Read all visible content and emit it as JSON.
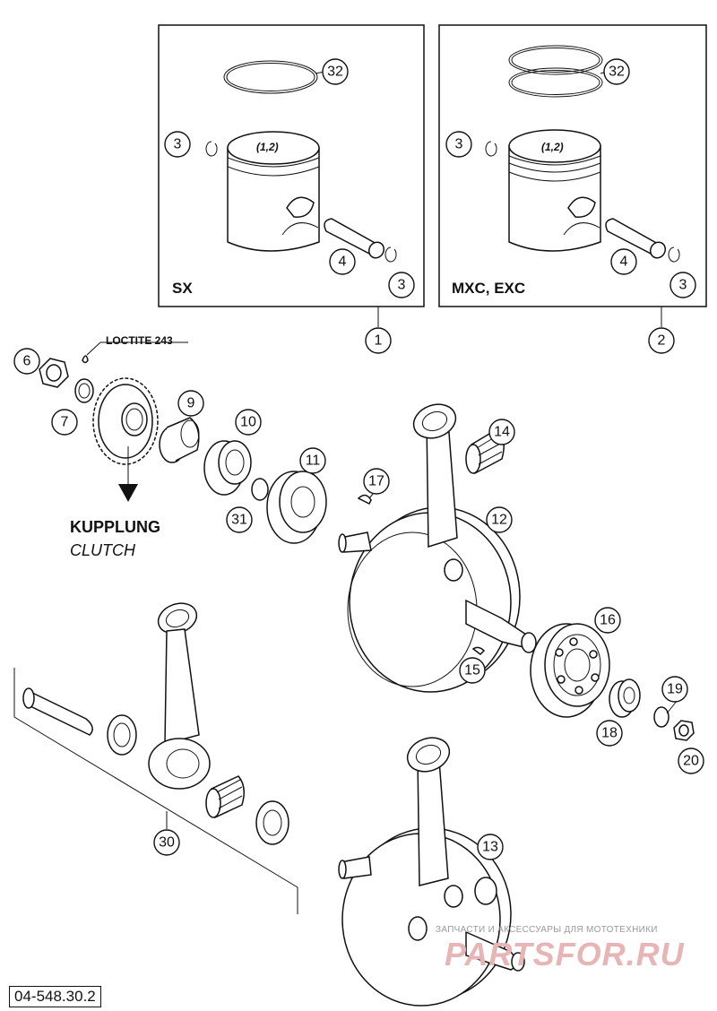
{
  "boxes": {
    "left_label": "SX",
    "right_label": "MXC, EXC",
    "piston_marking": "(1,2)"
  },
  "notes": {
    "loctite": "LOCTITE 243",
    "kupplung": "KUPPLUNG",
    "clutch": "CLUTCH"
  },
  "part_number": "04-548.30.2",
  "watermark": {
    "tagline": "ЗАПЧАСТИ И АКСЕССУАРЫ ДЛЯ МОТОТЕХНИКИ",
    "brand": "PARTSFOR.RU"
  },
  "callouts": {
    "c1": "1",
    "c2": "2",
    "c3a": "3",
    "c3b": "3",
    "c3c": "3",
    "c3d": "3",
    "c4a": "4",
    "c4b": "4",
    "c6": "6",
    "c7": "7",
    "c9": "9",
    "c10": "10",
    "c11": "11",
    "c12": "12",
    "c13": "13",
    "c14": "14",
    "c15": "15",
    "c16": "16",
    "c17": "17",
    "c18": "18",
    "c19": "19",
    "c20": "20",
    "c30": "30",
    "c31": "31",
    "c32a": "32",
    "c32b": "32"
  }
}
